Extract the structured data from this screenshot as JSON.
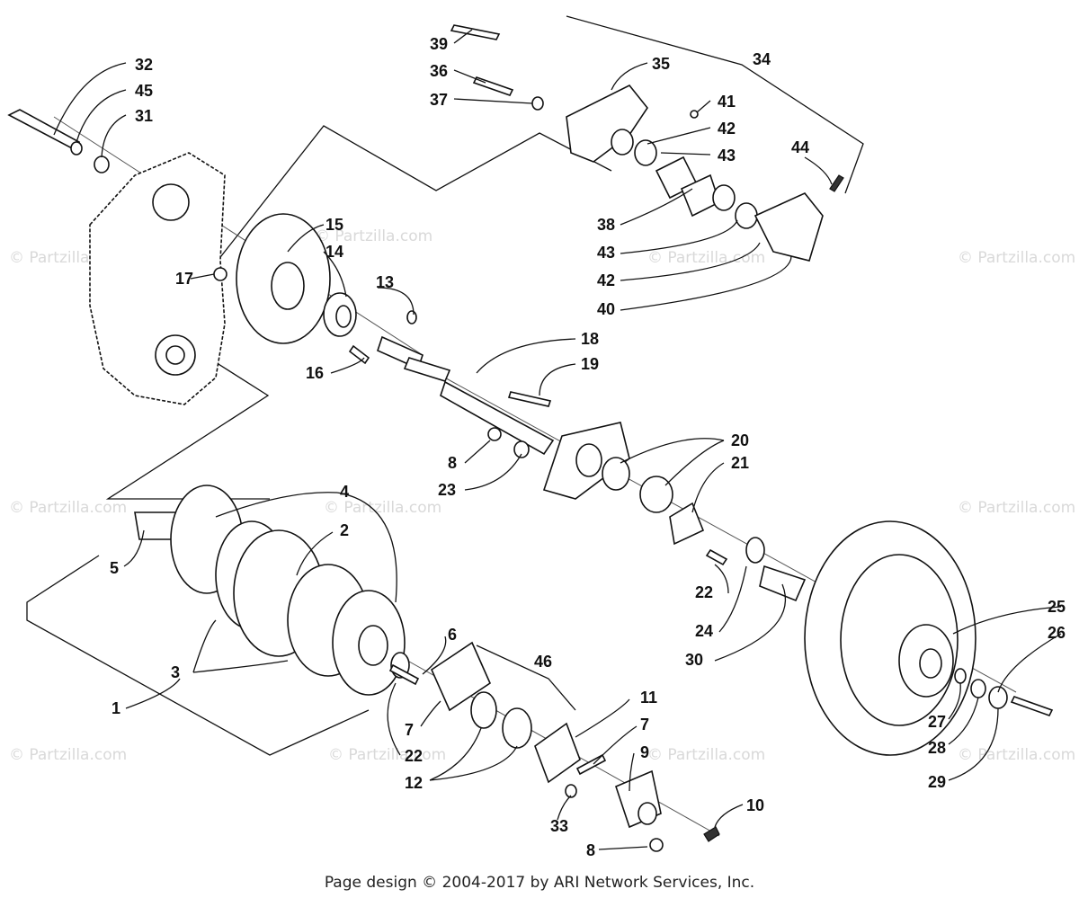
{
  "diagram": {
    "watermark": "© Partzilla.com",
    "footer": "Page design © 2004-2017 by ARI Network Services, Inc.",
    "labels": {
      "n32": "32",
      "n45": "45",
      "n31": "31",
      "n39": "39",
      "n36": "36",
      "n37": "37",
      "n35": "35",
      "n34": "34",
      "n41": "41",
      "n42a": "42",
      "n43a": "43",
      "n44": "44",
      "n15": "15",
      "n14": "14",
      "n17": "17",
      "n13": "13",
      "n38": "38",
      "n43b": "43",
      "n42b": "42",
      "n40": "40",
      "n18": "18",
      "n16": "16",
      "n19": "19",
      "n20": "20",
      "n8a": "8",
      "n21": "21",
      "n23": "23",
      "n4": "4",
      "n2": "2",
      "n5": "5",
      "n22a": "22",
      "n24": "24",
      "n30": "30",
      "n25": "25",
      "n26": "26",
      "n6": "6",
      "n46": "46",
      "n3": "3",
      "n1": "1",
      "n7a": "7",
      "n11": "11",
      "n7b": "7",
      "n27": "27",
      "n28": "28",
      "n29": "29",
      "n22b": "22",
      "n9": "9",
      "n12": "12",
      "n33": "33",
      "n10": "10",
      "n8b": "8"
    }
  }
}
